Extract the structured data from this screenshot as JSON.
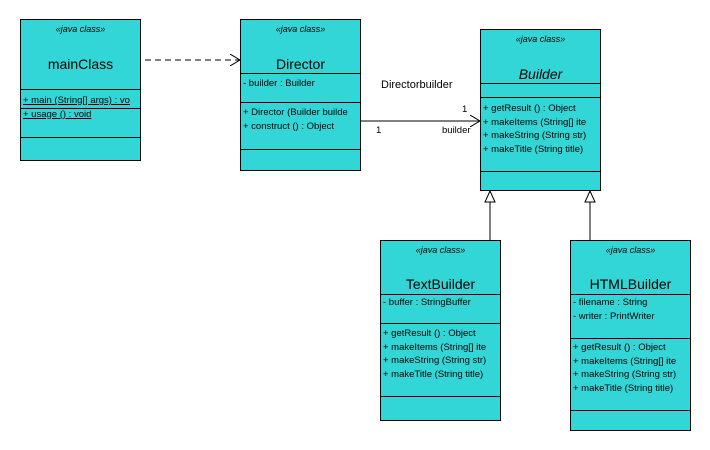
{
  "classes": {
    "mainClass": {
      "stereotype": "«java class»",
      "name": "mainClass",
      "attributes": [],
      "operations": [
        "+ main (String[] args) : vo",
        "+ usage () : void"
      ]
    },
    "director": {
      "stereotype": "«java class»",
      "name": "Director",
      "attributes": [
        "- builder  : Builder"
      ],
      "operations": [
        "+ Director (Builder builde",
        "+ construct () : Object"
      ]
    },
    "builder": {
      "stereotype": "«java class»",
      "name": "Builder",
      "attributes": [],
      "operations": [
        "+ getResult () : Object",
        "+ makeItems (String[] ite",
        "+ makeString (String str)",
        "+ makeTitle (String title)"
      ]
    },
    "textBuilder": {
      "stereotype": "«java class»",
      "name": "TextBuilder",
      "attributes": [
        "- buffer  : StringBuffer"
      ],
      "operations": [
        "+ getResult () : Object",
        "+ makeItems (String[] ite",
        "+ makeString (String str)",
        "+ makeTitle (String title)"
      ]
    },
    "htmlBuilder": {
      "stereotype": "«java class»",
      "name": "HTMLBuilder",
      "attributes": [
        "- filename  : String",
        "- writer  : PrintWriter"
      ],
      "operations": [
        "+ getResult () : Object",
        "+ makeItems (String[] ite",
        "+ makeString (String str)",
        "+ makeTitle (String title)"
      ]
    }
  },
  "association": {
    "name": "Directorbuilder",
    "source_multiplicity": "1",
    "target_multiplicity": "1",
    "target_role": "builder"
  }
}
